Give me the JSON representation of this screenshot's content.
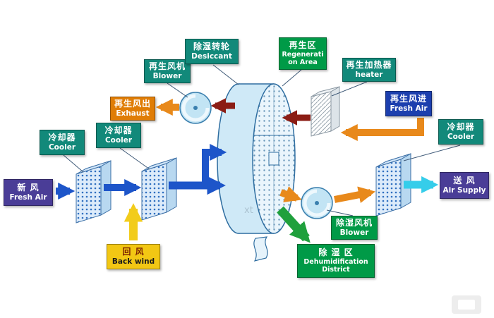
{
  "labels": {
    "fresh_air_in": {
      "zh": "新 风",
      "en": "Fresh Air"
    },
    "cooler1": {
      "zh": "冷却器",
      "en": "Cooler"
    },
    "cooler2": {
      "zh": "冷却器",
      "en": "Cooler"
    },
    "regen_blower": {
      "zh": "再生风机",
      "en": "Blower"
    },
    "desiccant_wheel": {
      "zh": "除湿转轮",
      "en": "Desiccant"
    },
    "regen_area": {
      "zh": "再生区",
      "en": "Regeneration Area"
    },
    "regen_heater": {
      "zh": "再生加热器",
      "en": "heater"
    },
    "regen_fresh_air": {
      "zh": "再生风进",
      "en": "Fresh Air"
    },
    "cooler3": {
      "zh": "冷却器",
      "en": "Cooler"
    },
    "air_supply": {
      "zh": "送 风",
      "en": "Air Supply"
    },
    "exhaust": {
      "zh": "再生风出",
      "en": "Exhaust"
    },
    "back_wind": {
      "zh": "回 风",
      "en": "Back wind"
    },
    "dehumid_blower": {
      "zh": "除湿风机",
      "en": "Blower"
    },
    "dehumid_district": {
      "zh": "除 湿 区",
      "en": "Dehumidification District"
    }
  },
  "watermark": {
    "text": "xt"
  },
  "colors": {
    "label_purple": "#4a3d97",
    "label_teal": "#12897a",
    "label_green": "#009a47",
    "label_orange": "#e07d06",
    "label_navy": "#1c3fae",
    "label_yellow": "#f2c714",
    "arrow_blue": "#1d55c9",
    "arrow_dark_red": "#8b1d15",
    "arrow_orange": "#e8891b",
    "arrow_yellow": "#f2cc1b",
    "arrow_cyan": "#35cdea",
    "arrow_green": "#1fa03c",
    "wheel_body": "#cfe9f7",
    "wheel_outline": "#2e6da0"
  }
}
